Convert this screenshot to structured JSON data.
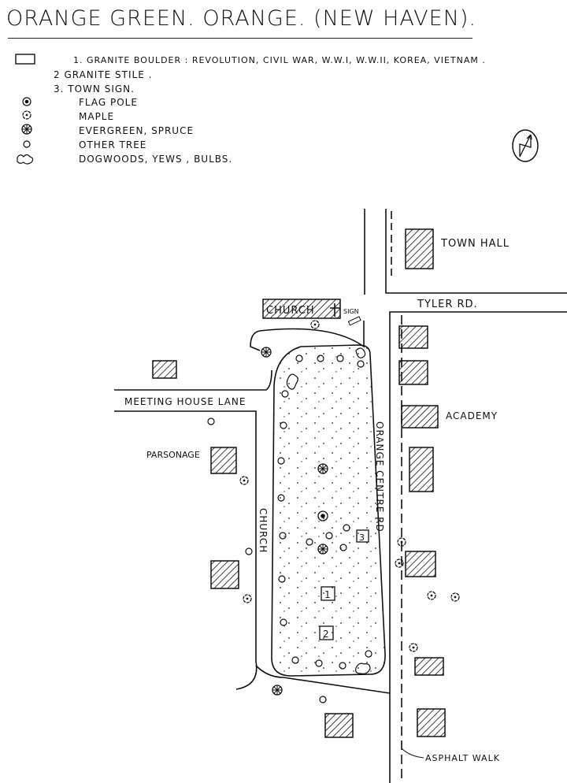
{
  "title": "ORANGE GREEN. ORANGE. (NEW HAVEN).",
  "legend": {
    "items": [
      {
        "symbol": "rectangle",
        "label": "1. GRANITE BOULDER : REVOLUTION, CIVIL WAR, W.W.I, W.W.II, KOREA, VIETNAM ."
      },
      {
        "symbol": "",
        "label": "2  GRANITE STILE ."
      },
      {
        "symbol": "",
        "label": "3. TOWN SIGN."
      },
      {
        "symbol": "flag-pole",
        "label": "FLAG POLE"
      },
      {
        "symbol": "maple",
        "label": "MAPLE"
      },
      {
        "symbol": "evergreen",
        "label": "EVERGREEN, SPRUCE"
      },
      {
        "symbol": "other-tree",
        "label": "OTHER TREE"
      },
      {
        "symbol": "shrub",
        "label": "DOGWOODS, YEWS , BULBS."
      }
    ]
  },
  "map": {
    "town_hall": "TOWN HALL",
    "tyler_rd": "TYLER RD.",
    "church_building": "CHURCH",
    "sign": "SIGN",
    "meeting_house_lane": "MEETING HOUSE LANE",
    "parsonage": "PARSONAGE",
    "church_street": "CHURCH",
    "orange_centre_rd": "ORANGE CENTRE RD",
    "academy": "ACADEMY",
    "asphalt_walk": "ASPHALT WALK",
    "markers": [
      "1",
      "2",
      "3"
    ]
  }
}
